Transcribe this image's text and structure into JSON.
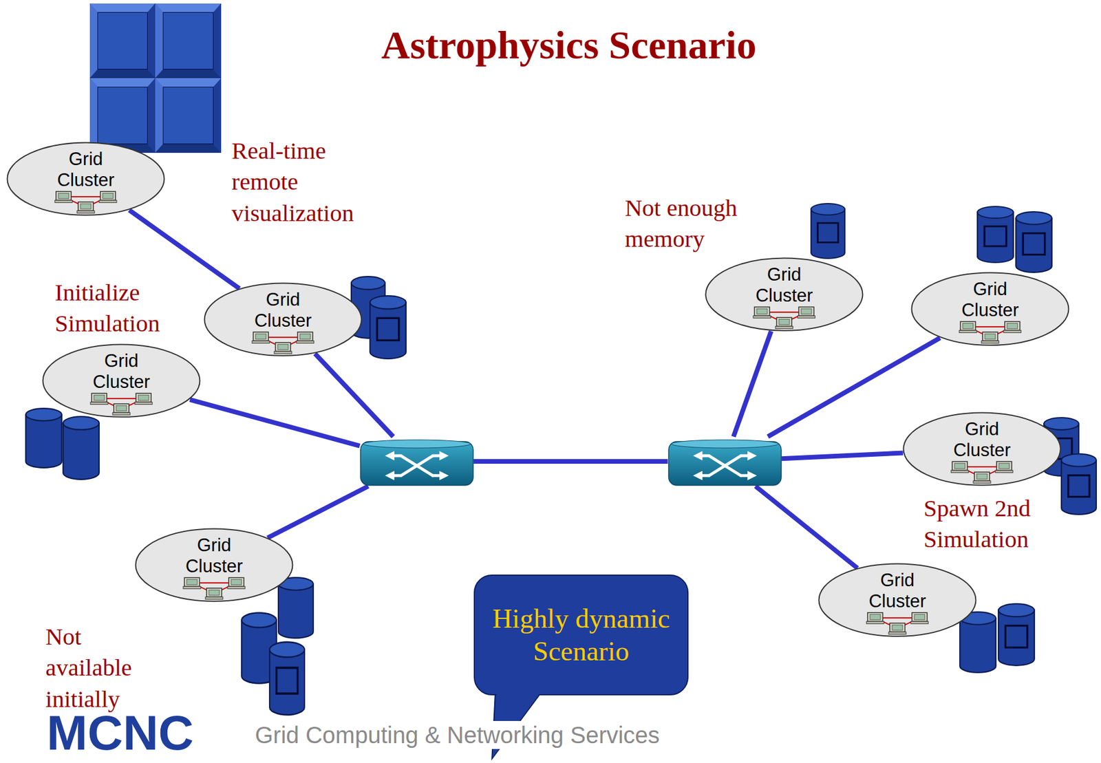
{
  "diagram": {
    "title": "Astrophysics Scenario",
    "nodes": [
      {
        "text": [
          "Grid Cluster"
        ]
      },
      {
        "text": [
          "Grid Cluster"
        ]
      },
      {
        "text": [
          "Grid Cluster"
        ]
      },
      {
        "text": [
          "Grid Cluster"
        ]
      },
      {
        "text": [
          "Grid Cluster"
        ]
      },
      {
        "text": [
          "Grid Cluster"
        ]
      },
      {
        "text": [
          "Grid Cluster"
        ]
      },
      {
        "text": [
          "Grid Cluster"
        ]
      },
      {
        "text": []
      },
      {
        "text": []
      },
      {
        "text": [
          "Highly dynamic Scenario"
        ]
      }
    ],
    "edges": [
      {
        "from": 0,
        "to": 1,
        "arrow": "none"
      },
      {
        "from": 1,
        "to": 8,
        "arrow": "none"
      },
      {
        "from": 2,
        "to": 8,
        "arrow": "none"
      },
      {
        "from": 3,
        "to": 8,
        "arrow": "none"
      },
      {
        "from": 8,
        "to": 9,
        "arrow": "none"
      },
      {
        "from": 9,
        "to": 4,
        "arrow": "none"
      },
      {
        "from": 9,
        "to": 5,
        "arrow": "none"
      },
      {
        "from": 9,
        "to": 6,
        "arrow": "none"
      },
      {
        "from": 9,
        "to": 7,
        "arrow": "none"
      }
    ],
    "labels": [
      "Real-time remote visualization",
      "Initialize Simulation",
      "Not enough memory",
      "Spawn 2nd Simulation",
      "Not available initially",
      "MCNC",
      "Grid Computing & Networking Services"
    ]
  }
}
